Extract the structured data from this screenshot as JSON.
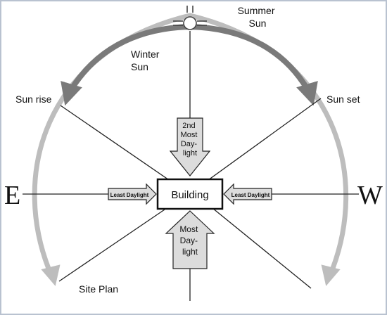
{
  "labels": {
    "summer_sun": [
      "Summer",
      "Sun"
    ],
    "winter_sun": [
      "Winter",
      "Sun"
    ],
    "sun_rise": "Sun rise",
    "sun_set": "Sun set",
    "east": "E",
    "west": "W",
    "building": "Building",
    "north_arrow": [
      "2nd",
      "Most",
      "Day-",
      "light"
    ],
    "west_arrow": "Least Daylight",
    "east_arrow": "Least Daylight",
    "south_arrow": [
      "Most",
      "Day-",
      "light"
    ],
    "site_plan": "Site Plan"
  },
  "colors": {
    "summer_arc": "#bdbdbd",
    "winter_arc": "#7a7a7a",
    "line": "#222222",
    "arrow_fill": "#dcdcdc"
  }
}
